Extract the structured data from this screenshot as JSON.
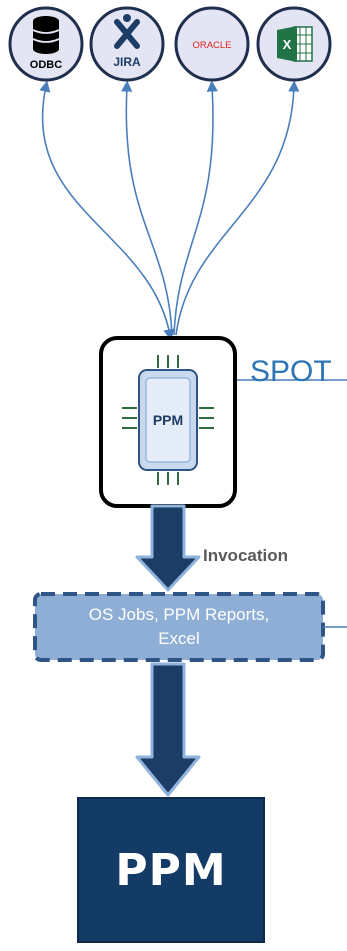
{
  "sources": [
    {
      "name": "odbc",
      "label": "ODBC"
    },
    {
      "name": "jira",
      "label": "JIRA"
    },
    {
      "name": "oracle",
      "label": "ORACLE"
    },
    {
      "name": "excel",
      "label": "X"
    }
  ],
  "chip": {
    "label": "PPM"
  },
  "spot": {
    "label": "SPOT"
  },
  "invocation": {
    "label": "Invocation"
  },
  "jobs": {
    "line1": "OS Jobs, PPM Reports,",
    "line2": "Excel"
  },
  "ppm_box": {
    "label": "PPM"
  },
  "colors": {
    "icon_fill": "#e3e5f5",
    "icon_stroke": "#1f2f4d",
    "connector": "#4a7ebb",
    "dark_arrow": "#1b3d66",
    "arrow_outline": "#8fb3dc",
    "jobs_fill": "#8eaed5",
    "jobs_border": "#2f5586",
    "ppm_box": "#143a66",
    "spot": "#2e75b6",
    "excel_green": "#217346",
    "oracle_red": "#e2231a"
  }
}
